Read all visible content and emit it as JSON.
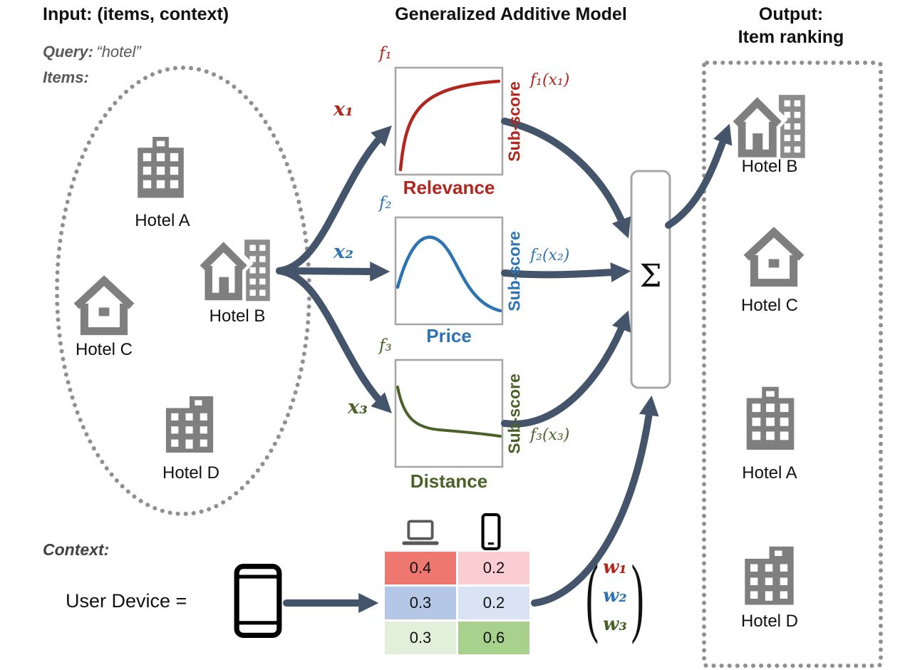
{
  "titles": {
    "input": "Input: (items, context)",
    "model": "Generalized Additive Model",
    "output_line1": "Output:",
    "output_line2": "Item ranking"
  },
  "input_panel": {
    "query_label": "Query:",
    "query_value": "“hotel”",
    "items_label": "Items:",
    "hotels": [
      "Hotel A",
      "Hotel B",
      "Hotel C",
      "Hotel D"
    ],
    "context_label": "Context:",
    "device_label": "User Device ="
  },
  "model": {
    "sub_models": [
      {
        "fn": "f₁",
        "input_var": "x₁",
        "output_label": "f₁(x₁)",
        "name": "Relevance",
        "axis_label": "Sub-score",
        "color": "#b3261e",
        "curve": "increasing-concave"
      },
      {
        "fn": "f₂",
        "input_var": "x₂",
        "output_label": "f₂(x₂)",
        "name": "Price",
        "axis_label": "Sub-score",
        "color": "#2e74b5",
        "curve": "unimodal-peak-then-decline"
      },
      {
        "fn": "f₃",
        "input_var": "x₃",
        "output_label": "f₃(x₃)",
        "name": "Distance",
        "axis_label": "Sub-score",
        "color": "#4a6128",
        "curve": "decreasing-convex"
      }
    ],
    "sum_symbol": "Σ",
    "paren_left": "(",
    "paren_right": ")",
    "weights": [
      {
        "label": "w₁",
        "color": "#b3261e"
      },
      {
        "label": "w₂",
        "color": "#2e74b5"
      },
      {
        "label": "w₃",
        "color": "#4a6128"
      }
    ]
  },
  "context_table": {
    "column_icons": [
      "laptop",
      "smartphone"
    ],
    "cells": [
      [
        "0.4",
        "0.2"
      ],
      [
        "0.3",
        "0.2"
      ],
      [
        "0.3",
        "0.6"
      ]
    ],
    "cell_colors": [
      [
        "#ee7770",
        "#f9cdd1"
      ],
      [
        "#b4c7e7",
        "#dae3f3"
      ],
      [
        "#e2efda",
        "#a9d18e"
      ]
    ]
  },
  "output_panel": {
    "ranking": [
      "Hotel B",
      "Hotel C",
      "Hotel A",
      "Hotel D"
    ]
  },
  "colors": {
    "arrow": "#44546a",
    "icon_gray": "#7f7f7f",
    "dotted_outline": "#909090",
    "chart_border": "#a6a6a6"
  }
}
